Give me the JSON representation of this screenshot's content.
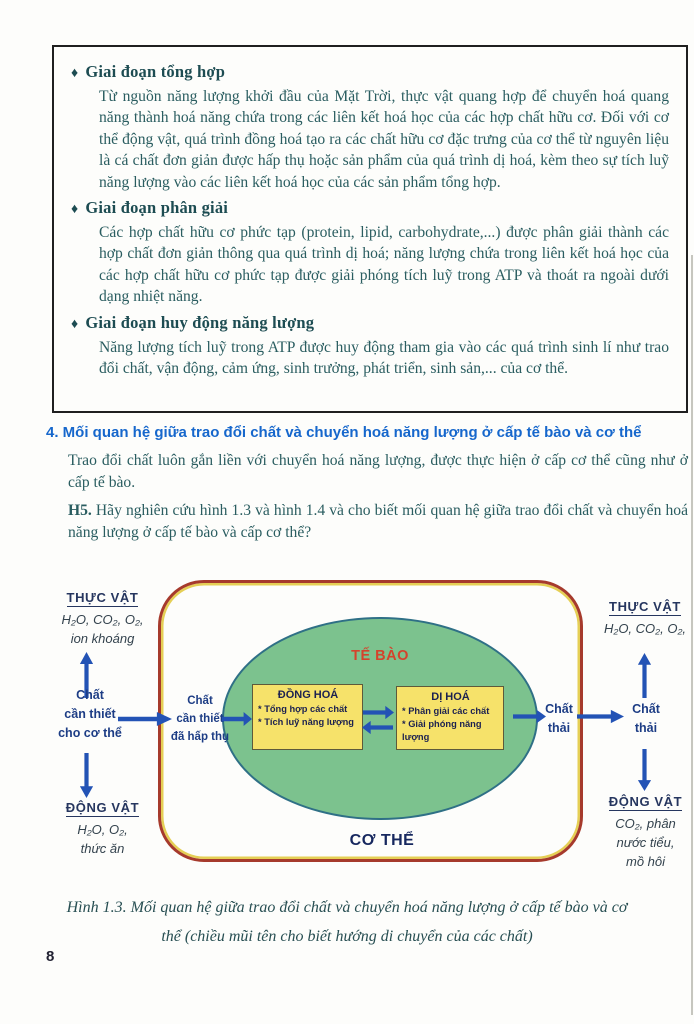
{
  "page_number": "8",
  "stages_box": {
    "bullet": "♦",
    "sections": [
      {
        "heading": "Giai đoạn tổng hợp",
        "body": "Từ nguồn năng lượng khởi đầu của Mặt Trời, thực vật quang hợp để chuyển hoá quang năng thành hoá năng chứa trong các liên kết hoá học của các hợp chất hữu cơ. Đối với cơ thể động vật, quá trình đồng hoá tạo ra các chất hữu cơ đặc trưng của cơ thể từ nguyên liệu là cá chất đơn giản được hấp thụ hoặc sản phẩm của quá trình dị hoá, kèm theo sự tích luỹ năng lượng vào các liên kết hoá học của các sản phẩm tổng hợp."
      },
      {
        "heading": "Giai đoạn phân giải",
        "body": "Các hợp chất hữu cơ phức tạp (protein, lipid, carbohydrate,...) được phân giải thành các hợp chất đơn giản thông qua quá trình dị hoá; năng lượng chứa trong liên kết hoá học của các hợp chất hữu cơ phức tạp được giải phóng tích luỹ trong ATP và thoát ra ngoài dưới dạng nhiệt năng."
      },
      {
        "heading": "Giai đoạn huy động năng lượng",
        "body": "Năng lượng tích luỹ trong ATP được huy động tham gia vào các quá trình sinh lí như trao đổi chất, vận động, cảm ứng, sinh trưởng, phát triển, sinh sản,... của cơ thể."
      }
    ]
  },
  "section4": {
    "heading": "4. Mối quan hệ giữa trao đổi chất và chuyển hoá năng lượng ở cấp tế bào và cơ thể",
    "paragraph": "Trao đổi chất luôn gắn liền với chuyển hoá năng lượng, được thực hiện ở cấp cơ thể cũng như ở cấp tế bào.",
    "question_label": "H5.",
    "question_text": " Hãy nghiên cứu hình 1.3 và hình 1.4 và cho biết mối quan hệ giữa trao đổi chất và chuyển hoá năng lượng ở cấp tế bào và cấp cơ thể?"
  },
  "diagram": {
    "cell_label": "TẾ BÀO",
    "body_label": "CƠ THỂ",
    "left_top": {
      "title": "THỰC VẬT",
      "lines": "H₂O, CO₂, O₂,\nion khoáng"
    },
    "left_mid": "Chất\ncần thiết\ncho cơ thể",
    "left_bottom": {
      "title": "ĐỘNG VẬT",
      "lines": "H₂O, O₂,\nthức ăn"
    },
    "absorbed": "Chất\ncần thiết\nđã hấp thụ",
    "waste_inner": "Chất\nthải",
    "waste_outer": "Chất\nthải",
    "right_top": {
      "title": "THỰC VẬT",
      "lines": "H₂O, CO₂, O₂,"
    },
    "right_bottom": {
      "title": "ĐỘNG VẬT",
      "lines": "CO₂, phân\nnước tiểu,\nmồ hôi"
    },
    "anabolism": {
      "title": "ĐỒNG HOÁ",
      "items": "* Tổng hợp các chất\n* Tích luỹ năng lượng"
    },
    "catabolism": {
      "title": "DỊ HOÁ",
      "items": "* Phân giải các chất\n* Giải phóng năng lượng"
    }
  },
  "caption": "Hình 1.3. Mối quan hệ giữa trao đổi chất và chuyển hoá năng lượng ở cấp tế bào và cơ thể (chiều mũi tên cho biết hướng di chuyển của các chất)",
  "colors": {
    "heading_blue": "#1667cc",
    "text_teal": "#2a5d60",
    "arrow_blue": "#2353b5",
    "label_navy": "#1d3d85",
    "cell_green": "#7cc28e",
    "cell_border": "#2f7086",
    "process_box_yellow": "#f6e26a",
    "cell_label_red": "#d4432c",
    "body_border_red": "#a63a2c",
    "body_inner_yellow": "#e5cf55"
  }
}
